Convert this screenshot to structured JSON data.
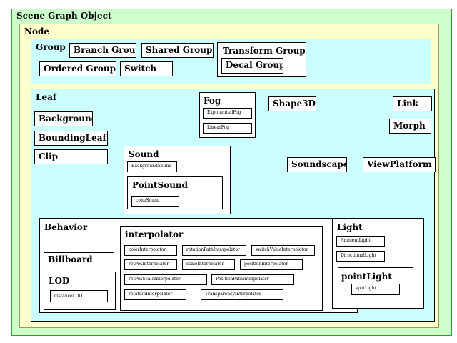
{
  "diagram": {
    "scene_graph_object": "Scene Graph Object",
    "node": "Node",
    "group": {
      "label": "Group",
      "branch_group": "Branch Group",
      "shared_group": "Shared Group",
      "transform_group": "Transform Group",
      "decal_group": "Decal Group",
      "ordered_group": "Ordered Group",
      "switch": "Switch"
    },
    "leaf": {
      "label": "Leaf",
      "background": "Background",
      "bounding_leaf": "BoundingLeaf",
      "clip": "Clip",
      "fog": {
        "label": "Fog",
        "exponential_fog": "ExponentialFog",
        "linear_fog": "LinearFog"
      },
      "shape3d": "Shape3D",
      "link": "Link",
      "morph": "Morph",
      "sound": {
        "label": "Sound",
        "background_sound": "BackgroundSound",
        "point_sound": "PointSound",
        "cone_sound": "coneSound"
      },
      "soundscape": "Soundscape",
      "view_platform": "ViewPlatform",
      "behavior": {
        "label": "Behavior",
        "billboard": "Billboard",
        "lod": "LOD",
        "distance_lod": "distanceLOD",
        "interpolator": {
          "label": "interpolator",
          "items": [
            "colorInterpolator",
            "rotationPathInterpolator",
            "switchValueInterpolator",
            "rotPosInterpolator",
            "scaleInterpolator",
            "positionInterpolator",
            "rotPosScaleInterpolator",
            "PositionPathInterpolator",
            "rotationInterpolator",
            "TransparencyInterpolator"
          ]
        }
      },
      "light": {
        "label": "Light",
        "ambient_light": "AmbientLight",
        "directional_light": "DirectionalLight",
        "point_light": "pointLight",
        "spot_light": "spotLight"
      }
    }
  }
}
